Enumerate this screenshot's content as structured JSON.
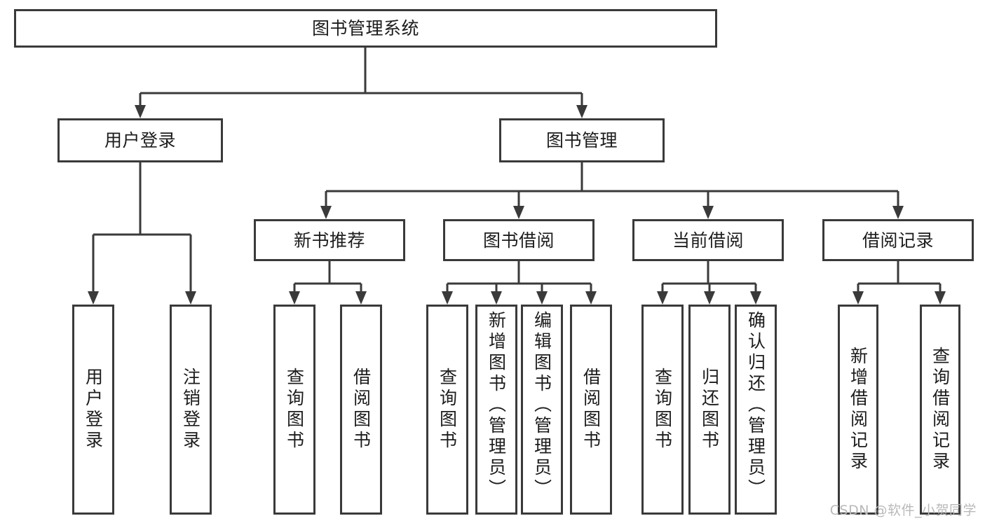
{
  "diagram": {
    "title": "图书管理系统",
    "type": "tree",
    "watermark": "CSDN @软件_小贺同学",
    "colors": {
      "stroke": "#3a3a3a",
      "background": "#ffffff",
      "text": "#1c1c1c",
      "watermark": "#b9b9b9"
    },
    "nodes": {
      "root": {
        "label": "图书管理系统"
      },
      "level2": [
        {
          "label": "用户登录"
        },
        {
          "label": "图书管理"
        }
      ],
      "level3": [
        {
          "label": "新书推荐"
        },
        {
          "label": "图书借阅"
        },
        {
          "label": "当前借阅"
        },
        {
          "label": "借阅记录"
        }
      ],
      "leaves": {
        "user_login": [
          {
            "label": "用户登录"
          },
          {
            "label": "注销登录"
          }
        ],
        "new_book": [
          {
            "label": "查询图书"
          },
          {
            "label": "借阅图书"
          }
        ],
        "book_borrow": [
          {
            "label": "查询图书"
          },
          {
            "label": "新增图书（管理员）"
          },
          {
            "label": "编辑图书（管理员）"
          },
          {
            "label": "借阅图书"
          }
        ],
        "current_borrow": [
          {
            "label": "查询图书"
          },
          {
            "label": "归还图书"
          },
          {
            "label": "确认归还（管理员）"
          }
        ],
        "borrow_record": [
          {
            "label": "新增借阅记录"
          },
          {
            "label": "查询借阅记录"
          }
        ]
      }
    }
  }
}
